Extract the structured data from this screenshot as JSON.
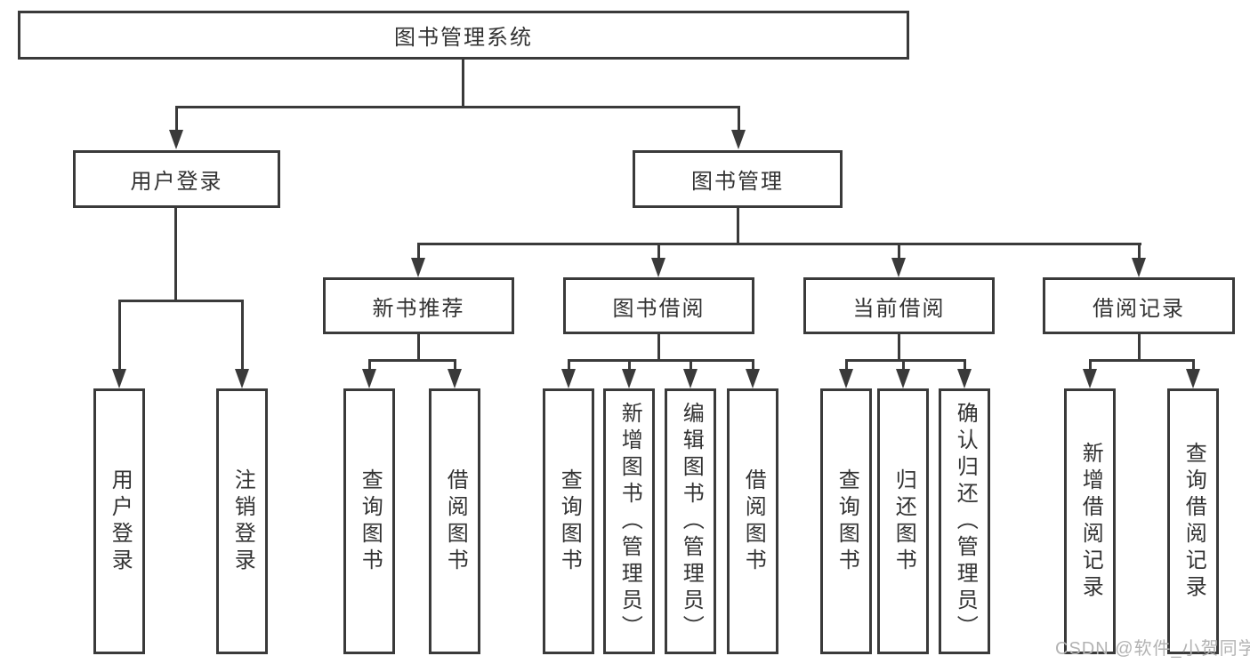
{
  "diagram": {
    "root": {
      "label": "图书管理系统",
      "children": [
        {
          "label": "用户登录",
          "children": [
            "用户登录",
            "注销登录"
          ]
        },
        {
          "label": "图书管理",
          "children": [
            {
              "label": "新书推荐",
              "children": [
                "查询图书",
                "借阅图书"
              ]
            },
            {
              "label": "图书借阅",
              "children": [
                "查询图书",
                "新增图书（管理员）",
                "编辑图书（管理员）",
                "借阅图书"
              ]
            },
            {
              "label": "当前借阅",
              "children": [
                "查询图书",
                "归还图书",
                "确认归还（管理员）"
              ]
            },
            {
              "label": "借阅记录",
              "children": [
                "新增借阅记录",
                "查询借阅记录"
              ]
            }
          ]
        }
      ]
    }
  },
  "watermark": "CSDN @软件_小贺同学",
  "colors": {
    "line": "#3a3a3a",
    "text": "#333333",
    "background": "#ffffff",
    "watermark": "#b3b3b3"
  }
}
